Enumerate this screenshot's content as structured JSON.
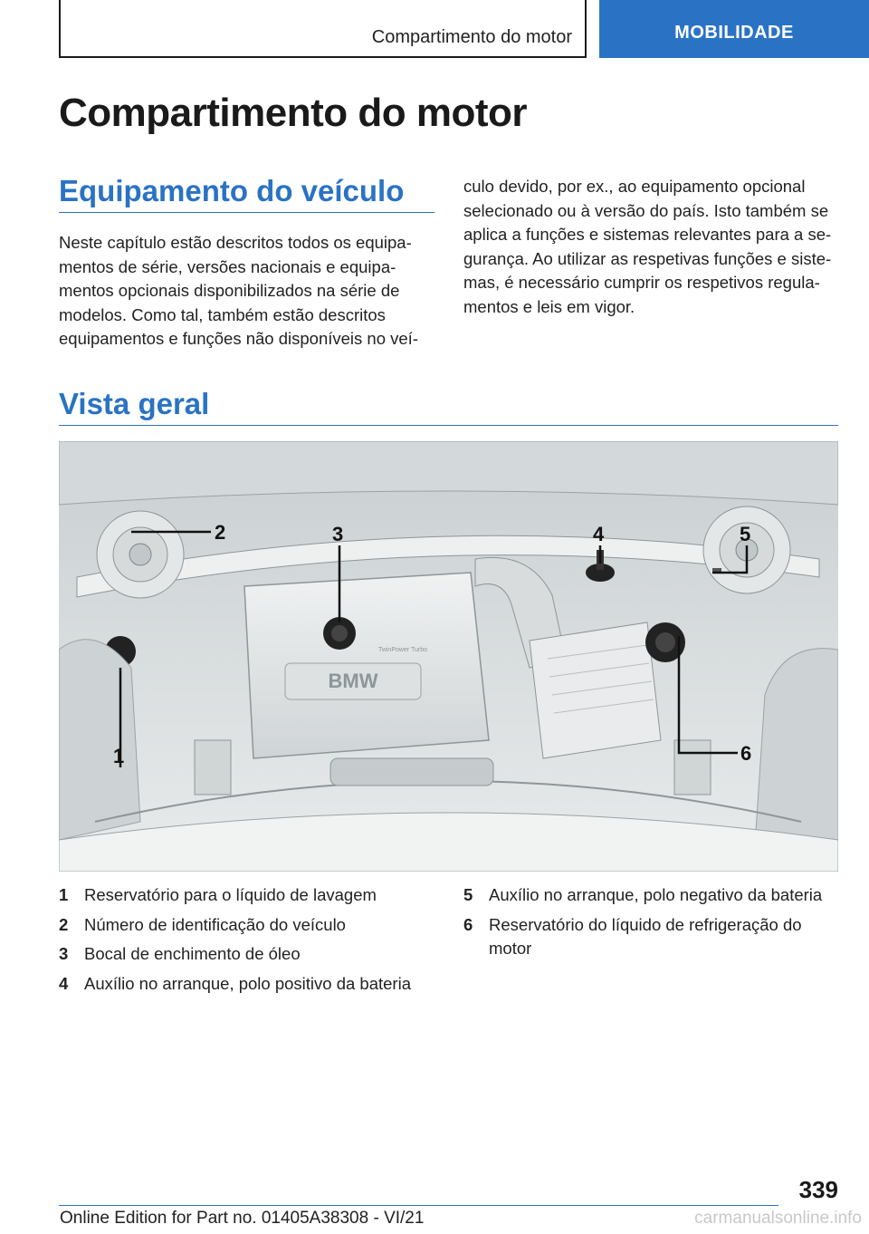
{
  "header": {
    "section_title": "Compartimento do motor",
    "tab_label": "MOBILIDADE",
    "tab_color": "#2a73c4"
  },
  "chapter_title": "Compartimento do motor",
  "sections": [
    {
      "heading": "Equipamento do veículo",
      "left_lines": [
        "Neste capítulo estão descritos todos os equipa-",
        "mentos de série, versões nacionais e equipa-",
        "mentos opcionais disponibilizados na série de",
        "modelos. Como tal, também estão descritos",
        "equipamentos e funções não disponíveis no veí-"
      ],
      "right_lines": [
        "culo devido, por ex., ao equipamento opcional",
        "selecionado ou à versão do país. Isto também se",
        "aplica a funções e sistemas relevantes para a se-",
        "gurança. Ao utilizar as respetivas funções e siste-",
        "mas, é necessário cumprir os respetivos regula-",
        "mentos e leis em vigor."
      ]
    },
    {
      "heading": "Vista geral"
    }
  ],
  "figure": {
    "callouts": [
      "1",
      "2",
      "3",
      "4",
      "5",
      "6"
    ],
    "badge_text": "BMW",
    "cover_text": "TwinPower Turbo"
  },
  "legend": [
    {
      "num": "1",
      "lines": [
        "Reservatório para o líquido de lavagem"
      ]
    },
    {
      "num": "2",
      "lines": [
        "Número de identificação do veículo"
      ]
    },
    {
      "num": "3",
      "lines": [
        "Bocal de enchimento de óleo"
      ]
    },
    {
      "num": "4",
      "lines": [
        "Auxílio no arranque, polo positivo da bateria"
      ]
    },
    {
      "num": "5",
      "lines": [
        "Auxílio no arranque, polo negativo da bateria"
      ]
    },
    {
      "num": "6",
      "lines": [
        "Reservatório do líquido de refrigeração do",
        "motor"
      ]
    }
  ],
  "page_number": "339",
  "footer_text": "Online Edition for Part no. 01405A38308 - VI/21",
  "watermark": "carmanualsonline.info"
}
